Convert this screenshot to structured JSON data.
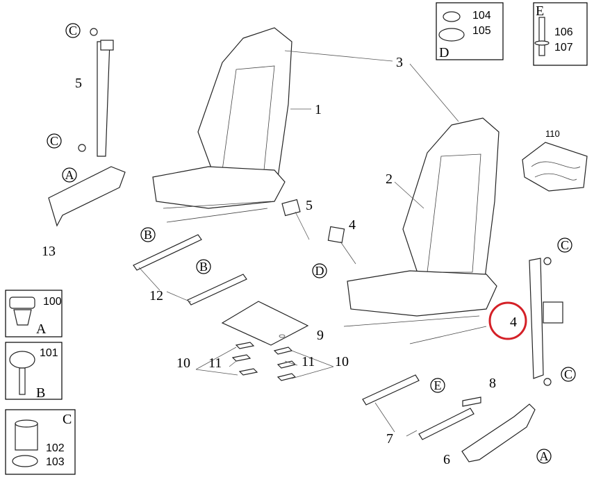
{
  "title": "Seat assembly exploded parts diagram",
  "callouts": {
    "seat_left": "1",
    "seat_right": "2",
    "headrest": "3",
    "belt_right": "4",
    "buckle_center_4": "4",
    "buckle_center_5": "5",
    "belt_left": "5",
    "rail_right": "6",
    "slider_right": "7",
    "bracket": "8",
    "mat": "9",
    "pad_left_10": "10",
    "pad_left_11": "11",
    "pad_right_11": "11",
    "pad_right_10": "10",
    "slider_left": "12",
    "rail_left": "13",
    "harness": "110"
  },
  "letters": {
    "A": "A",
    "B": "B",
    "C": "C",
    "D": "D",
    "E": "E"
  },
  "insets": {
    "A": {
      "letter": "A",
      "part": "100"
    },
    "B": {
      "letter": "B",
      "part": "101"
    },
    "C": {
      "letter": "C",
      "parts": [
        "102",
        "103"
      ]
    },
    "D": {
      "letter": "D",
      "parts": [
        "104",
        "105"
      ]
    },
    "E": {
      "letter": "E",
      "parts": [
        "106",
        "107"
      ]
    }
  },
  "highlight": {
    "label": "4",
    "color": "#d42027"
  }
}
